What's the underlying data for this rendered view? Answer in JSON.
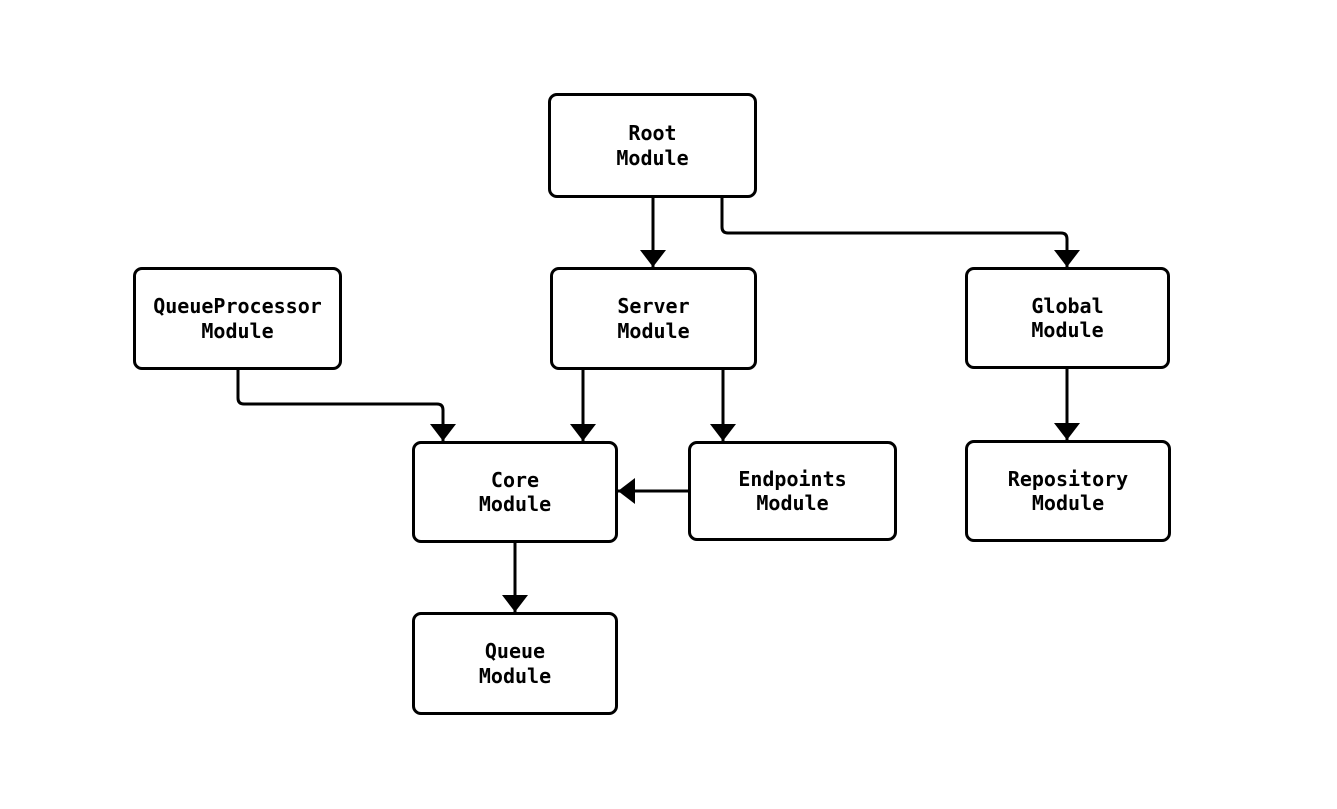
{
  "diagram": {
    "type": "module-dependency-diagram",
    "background_color": "#ffffff",
    "stroke_color": "#000000",
    "nodes": [
      {
        "id": "root",
        "label": "Root\nModule"
      },
      {
        "id": "queueprocessor",
        "label": "QueueProcessor\nModule"
      },
      {
        "id": "server",
        "label": "Server\nModule"
      },
      {
        "id": "global",
        "label": "Global\nModule"
      },
      {
        "id": "core",
        "label": "Core\nModule"
      },
      {
        "id": "endpoints",
        "label": "Endpoints\nModule"
      },
      {
        "id": "repository",
        "label": "Repository\nModule"
      },
      {
        "id": "queue",
        "label": "Queue\nModule"
      }
    ],
    "edges": [
      {
        "from": "root",
        "to": "server"
      },
      {
        "from": "root",
        "to": "global"
      },
      {
        "from": "queueprocessor",
        "to": "core"
      },
      {
        "from": "server",
        "to": "core"
      },
      {
        "from": "server",
        "to": "endpoints"
      },
      {
        "from": "endpoints",
        "to": "core"
      },
      {
        "from": "global",
        "to": "repository"
      },
      {
        "from": "core",
        "to": "queue"
      }
    ]
  }
}
